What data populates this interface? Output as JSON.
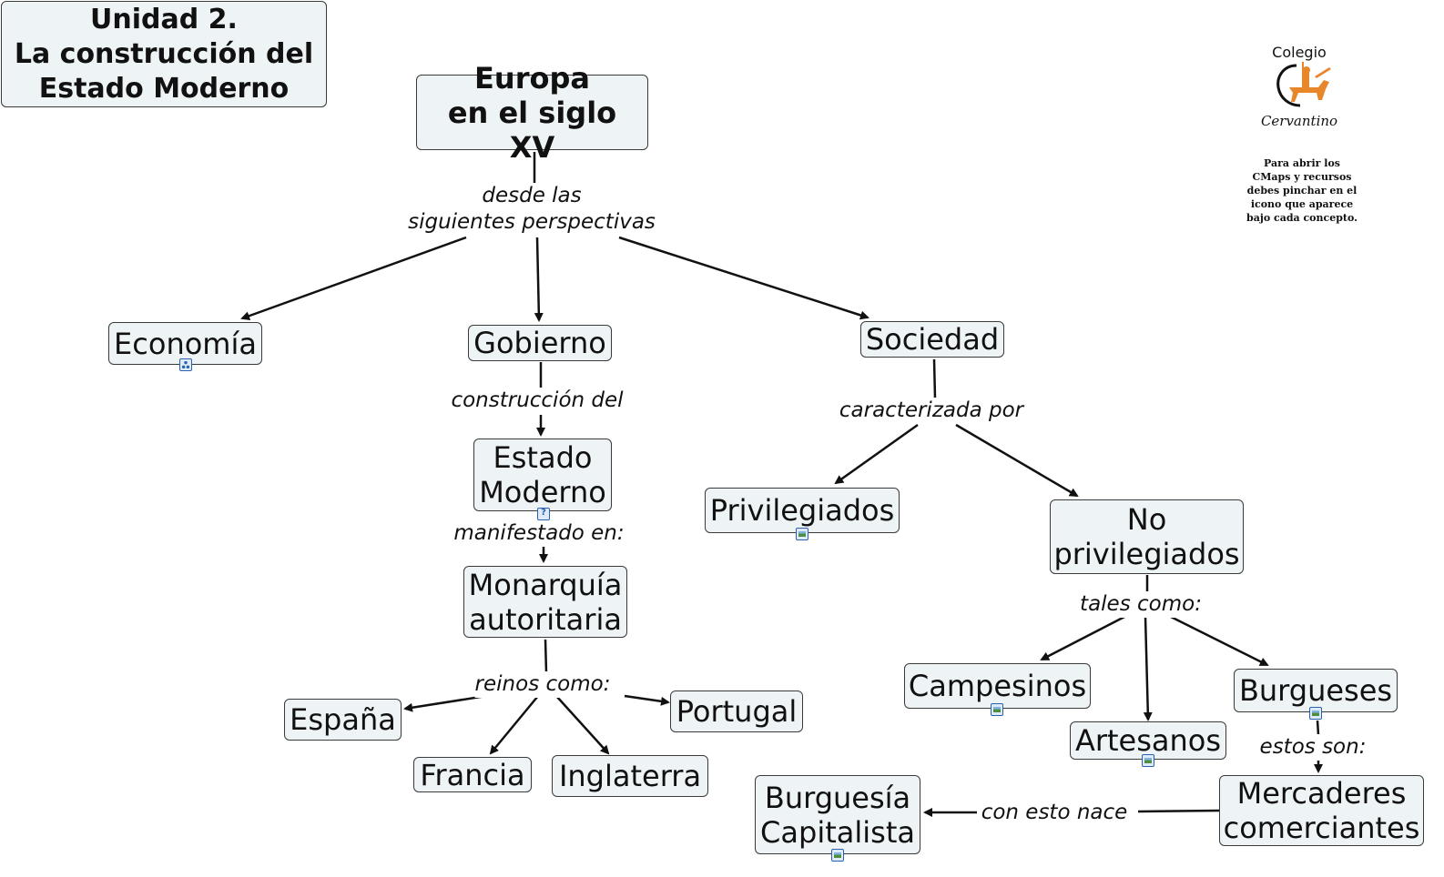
{
  "title_box": {
    "text": "Unidad 2.\nLa construcción del\nEstado Moderno"
  },
  "concepts": {
    "europa": "Europa\nen el siglo XV",
    "economia": "Economía",
    "gobierno": "Gobierno",
    "sociedad": "Sociedad",
    "estado_moderno": "Estado\nModerno",
    "privilegiados": "Privilegiados",
    "no_privilegiados": "No\nprivilegiados",
    "monarquia": "Monarquía\nautoritaria",
    "espana": "España",
    "portugal": "Portugal",
    "francia": "Francia",
    "inglaterra": "Inglaterra",
    "campesinos": "Campesinos",
    "artesanos": "Artesanos",
    "burgueses": "Burgueses",
    "mercaderes": "Mercaderes\ncomerciantes",
    "burguesia": "Burguesía\nCapitalista"
  },
  "links": {
    "perspectivas": "desde las\nsiguientes perspectivas",
    "construccion": "construcción del",
    "caracterizada": "caracterizada por",
    "manifestado": "manifestado en:",
    "tales_como": "tales como:",
    "reinos": "reinos como:",
    "estos_son": "estos son:",
    "con_esto": "con esto nace"
  },
  "logo": {
    "title": "Colegio",
    "subtitle": "Cervantino",
    "emblem": "quixote-horse-emblem",
    "accent": "#e8872a"
  },
  "note": "Para abrir los\nCMaps y  recursos\ndebes pinchar en el\nicono que aparece\nbajo cada concepto.",
  "resource_icons": {
    "economia": "cmap-icon",
    "estado_moderno": "document-icon",
    "privilegiados": "image-icon",
    "campesinos": "image-icon",
    "artesanos": "image-icon",
    "burgueses": "image-icon",
    "burguesia": "image-icon"
  }
}
